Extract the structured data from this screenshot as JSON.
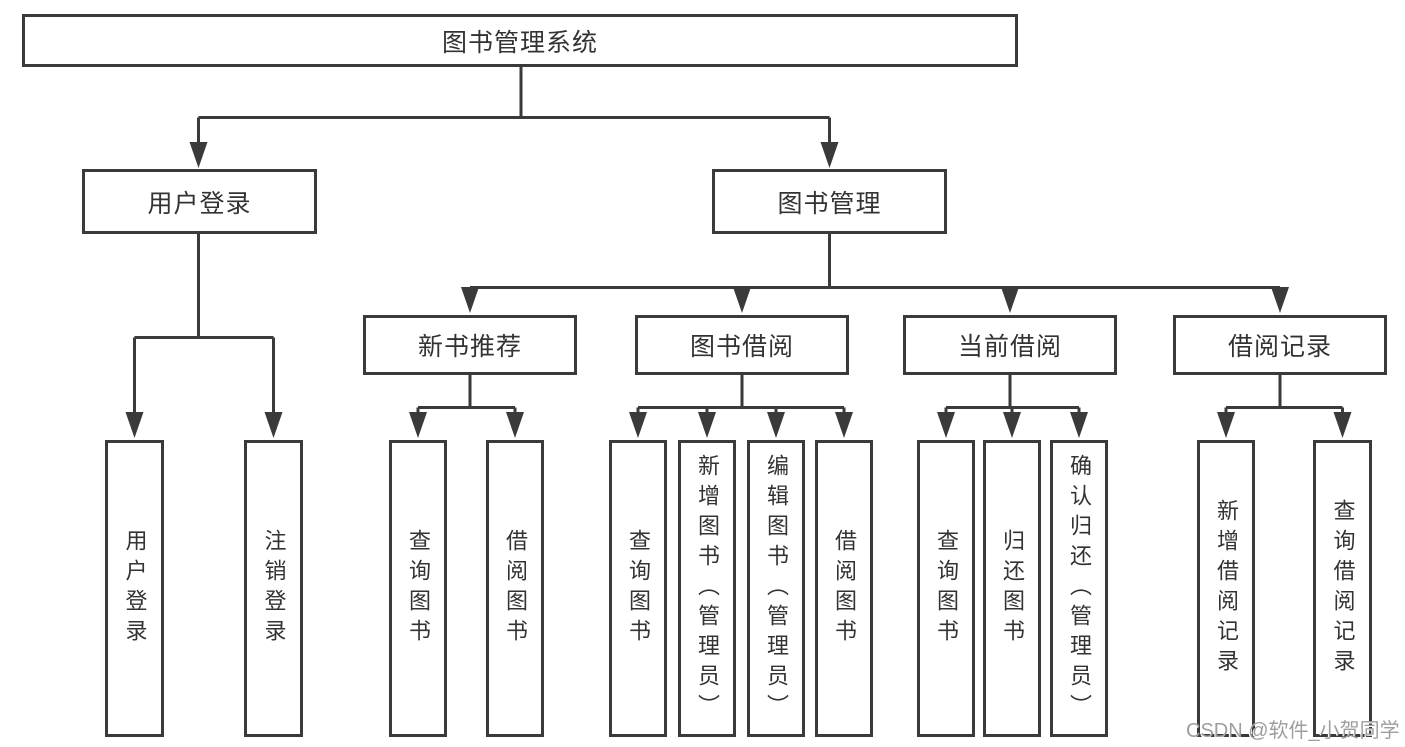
{
  "nodes": {
    "root": "图书管理系统",
    "user_login": "用户登录",
    "book_management": "图书管理",
    "new_book_recommend": "新书推荐",
    "book_borrow": "图书借阅",
    "current_borrow": "当前借阅",
    "borrow_records": "借阅记录",
    "ul_user_login": "用户登录",
    "ul_logout": "注销登录",
    "nb_query_books": "查询图书",
    "nb_borrow_books": "借阅图书",
    "bb_query_books": "查询图书",
    "bb_add_books_admin": "新增图书（管理员）",
    "bb_edit_books_admin": "编辑图书（管理员）",
    "bb_borrow_books": "借阅图书",
    "cb_query_books": "查询图书",
    "cb_return_books": "归还图书",
    "cb_confirm_return_admin": "确认归还（管理员）",
    "br_add_record": "新增借阅记录",
    "br_query_record": "查询借阅记录"
  },
  "hierarchy": {
    "root": [
      "user_login",
      "book_management"
    ],
    "user_login": [
      "ul_user_login",
      "ul_logout"
    ],
    "book_management": [
      "new_book_recommend",
      "book_borrow",
      "current_borrow",
      "borrow_records"
    ],
    "new_book_recommend": [
      "nb_query_books",
      "nb_borrow_books"
    ],
    "book_borrow": [
      "bb_query_books",
      "bb_add_books_admin",
      "bb_edit_books_admin",
      "bb_borrow_books"
    ],
    "current_borrow": [
      "cb_query_books",
      "cb_return_books",
      "cb_confirm_return_admin"
    ],
    "borrow_records": [
      "br_add_record",
      "br_query_record"
    ]
  },
  "watermark": "CSDN @软件_小贺同学",
  "colors": {
    "line": "#3a3a3a",
    "text": "#333333",
    "node_fill": "#ffffff",
    "watermark": "#9e9e9e",
    "background": "#ffffff"
  }
}
